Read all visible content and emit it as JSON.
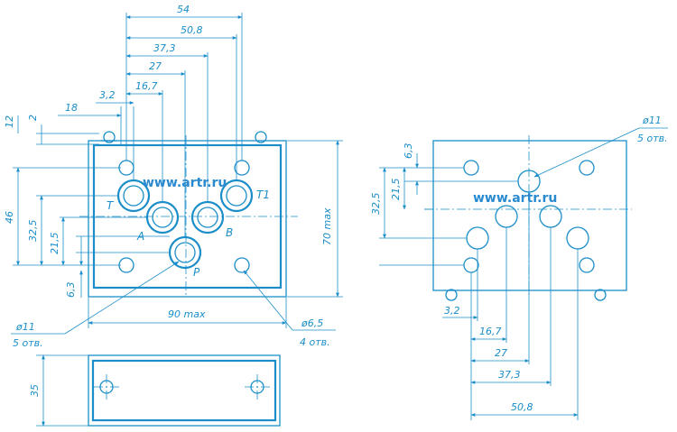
{
  "watermark": "www.artr.ru",
  "front_view": {
    "dims_top": [
      "54",
      "50,8",
      "37,3",
      "27",
      "16,7",
      "3,2",
      "18"
    ],
    "dims_left": [
      "12",
      "2",
      "46",
      "32,5",
      "21,5",
      "6,3"
    ],
    "width_label": "90 max",
    "height_label": "70 max",
    "port_labels": [
      "T",
      "T1",
      "A",
      "B",
      "P"
    ],
    "callout_port_dia": "ø11",
    "callout_port_count": "5 отв.",
    "callout_bolt_dia": "ø6,5",
    "callout_bolt_count": "4 отв."
  },
  "bottom_view": {
    "height_label": "35"
  },
  "side_view": {
    "dims_left": [
      "6,3",
      "21,5",
      "32,5"
    ],
    "dims_bottom": [
      "3,2",
      "16,7",
      "27",
      "37,3",
      "50,8"
    ],
    "callout_port_dia": "ø11",
    "callout_port_count": "5 отв."
  }
}
